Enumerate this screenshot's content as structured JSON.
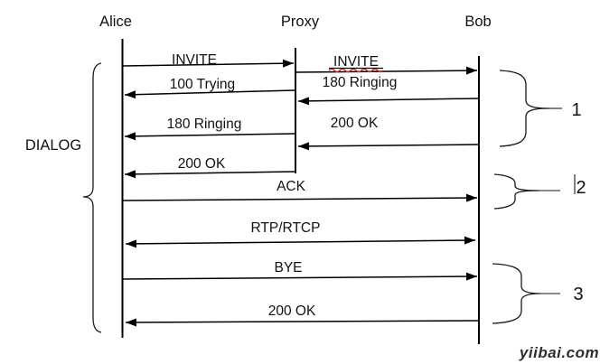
{
  "diagram": {
    "type": "sip-call-flow-sequence",
    "actors": [
      {
        "name": "Alice"
      },
      {
        "name": "Proxy"
      },
      {
        "name": "Bob"
      }
    ],
    "dialog_label": "DIALOG",
    "messages": [
      {
        "label": "INVITE",
        "from": "Alice",
        "to": "Proxy"
      },
      {
        "label": "INVITE",
        "from": "Proxy",
        "to": "Bob",
        "spellcheck_underline": true
      },
      {
        "label": "100 Trying",
        "from": "Proxy",
        "to": "Alice"
      },
      {
        "label": "180 Ringing",
        "from": "Bob",
        "to": "Proxy"
      },
      {
        "label": "180 Ringing",
        "from": "Proxy",
        "to": "Alice"
      },
      {
        "label": "200 OK",
        "from": "Bob",
        "to": "Proxy"
      },
      {
        "label": "200 OK",
        "from": "Proxy",
        "to": "Alice"
      },
      {
        "label": "ACK",
        "from": "Alice",
        "to": "Bob"
      },
      {
        "label": "RTP/RTCP",
        "from": "Alice",
        "to": "Bob",
        "bidirectional": true
      },
      {
        "label": "BYE",
        "from": "Alice",
        "to": "Bob"
      },
      {
        "label": "200 OK",
        "from": "Bob",
        "to": "Alice"
      }
    ],
    "group_labels": [
      {
        "label": "1"
      },
      {
        "label": "2"
      },
      {
        "label": "3"
      }
    ],
    "watermark": {
      "text": "yiibai.com",
      "color": "#df5650"
    },
    "colors": {
      "line": "#000000",
      "spell_underline": "#cc2222"
    }
  }
}
